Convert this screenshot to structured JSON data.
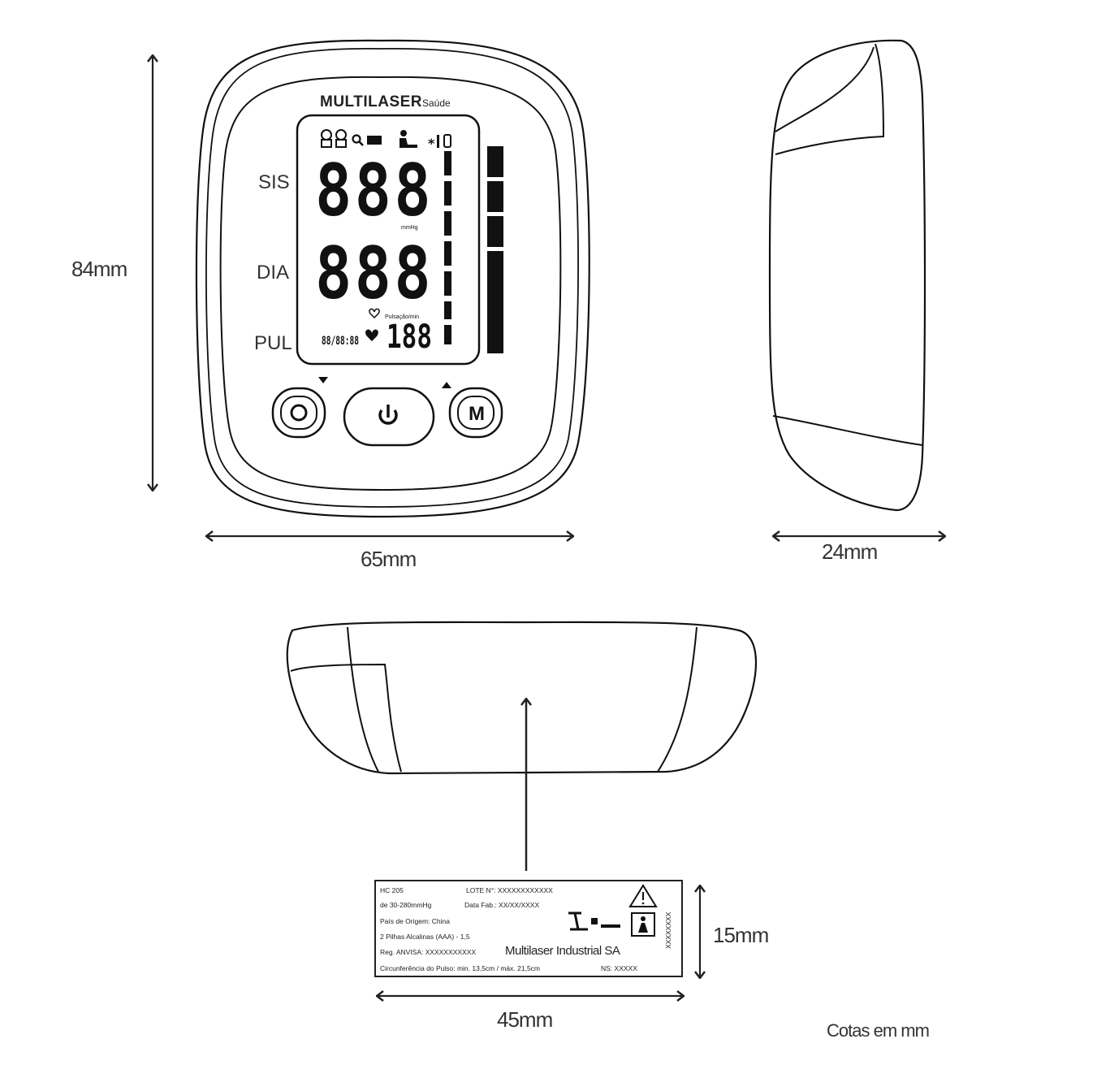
{
  "front_view": {
    "brand": "MULTILASER",
    "brand_sub": "Saúde",
    "row_labels": {
      "sis": "SIS",
      "dia": "DIA",
      "pul": "PUL"
    },
    "display": {
      "sys_digits": "888",
      "dia_digits": "888",
      "pul_digits": "188",
      "unit": "mmHg",
      "pulse_unit": "Pulsação/min",
      "clock": "88/88:88"
    },
    "buttons": {
      "left_icon": "set-icon",
      "power_icon": "power-icon",
      "memory_label": "M"
    },
    "height_label": "84mm",
    "width_label": "65mm"
  },
  "side_view": {
    "depth_label": "24mm"
  },
  "bottom_view": {
    "label_width": "45mm",
    "label_height": "15mm",
    "label": {
      "model": "HC 205",
      "lot": "LOTE N°: XXXXXXXXXXXX",
      "range": "de 30-280mmHg",
      "mfg_date": "Data Fab.: XX/XX/XXXX",
      "origin": "País de Origem: China",
      "batteries": "2 Pilhas Alcalinas (AAA) - 1,5",
      "anvisa": "Reg. ANVISA: XXXXXXXXXXX",
      "company": "Multilaser Industrial SA",
      "circumference": "Circunferência do Pulso: min. 13,5cm / máx. 21,5cm",
      "serial": "NS: XXXXX",
      "side_code": "XXXXXXXX"
    }
  },
  "footnote": "Cotas em mm"
}
